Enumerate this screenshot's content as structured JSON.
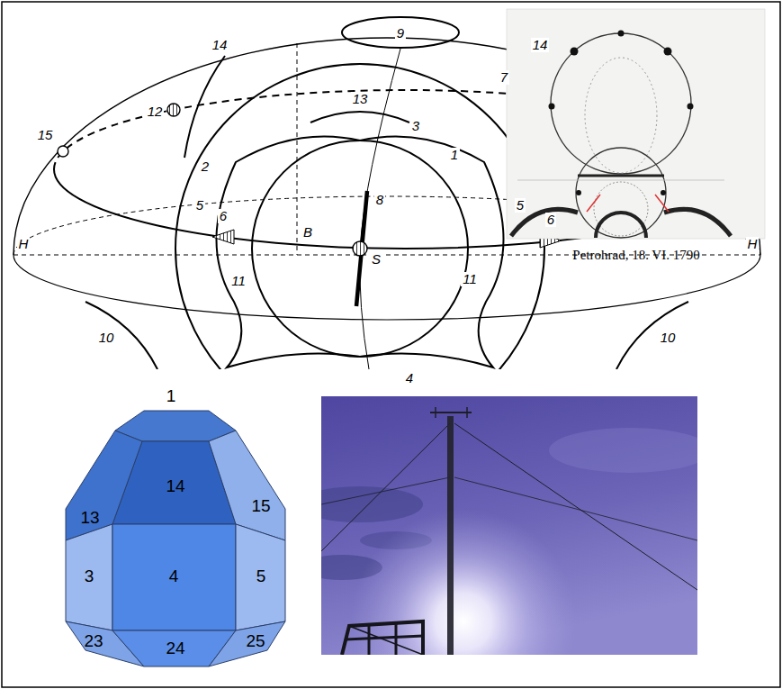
{
  "diagram": {
    "labels": [
      "9",
      "14",
      "14",
      "12",
      "7",
      "15",
      "13",
      "3",
      "1",
      "2",
      "5",
      "5",
      "6",
      "6",
      "8",
      "S",
      "11",
      "11",
      "B",
      "H",
      "H",
      "10",
      "10",
      "4",
      "Petrohrad, 18. VI. 1790",
      "1",
      "13",
      "14",
      "15",
      "3",
      "4",
      "5",
      "23",
      "24",
      "25"
    ]
  }
}
